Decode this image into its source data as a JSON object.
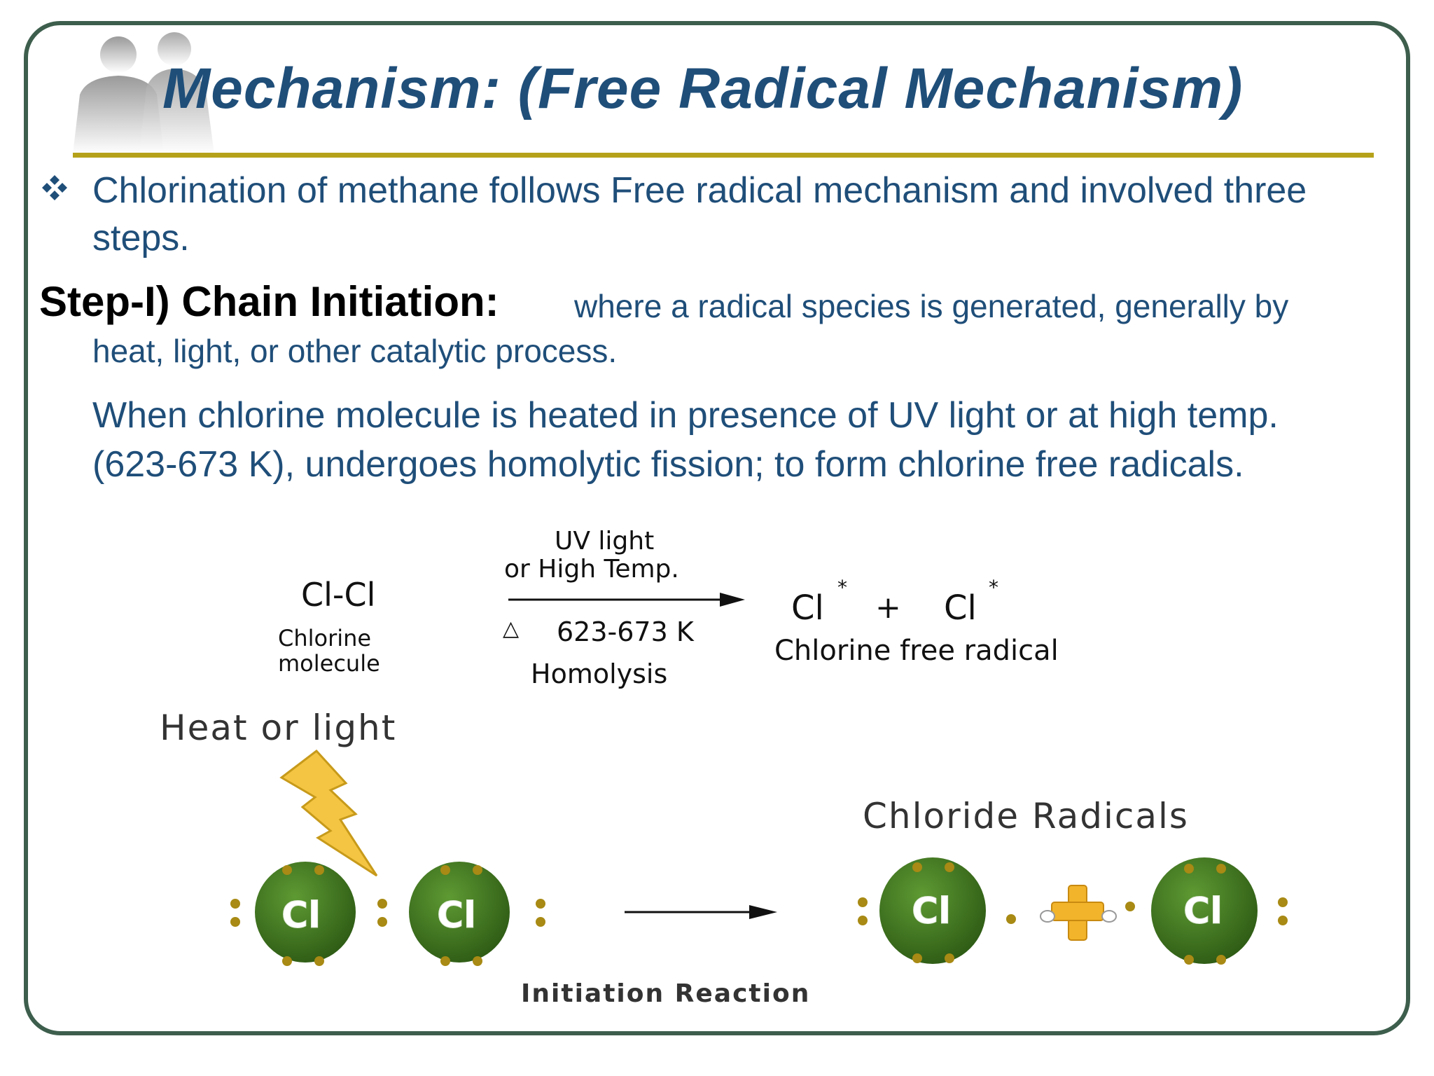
{
  "slide": {
    "title": "Mechanism: (Free Radical Mechanism)",
    "bullet_text": "Chlorination of methane follows Free radical mechanism and involved three steps.",
    "step_heading": "Step-I) Chain Initiation:",
    "step_description_line1": "where a radical species is generated, generally by",
    "step_description_line2": "heat, light, or other catalytic process.",
    "paragraph": "When chlorine molecule is heated in presence of UV light or at high temp. (623-673 K), undergoes homolytic fission; to form chlorine free radicals."
  },
  "equation": {
    "reactant": "Cl-Cl",
    "reactant_label_line1": "Chlorine",
    "reactant_label_line2": "molecule",
    "condition_top_line1": "UV light",
    "condition_top_line2": "or High Temp.",
    "delta_symbol": "△",
    "condition_bottom": "623-673 K",
    "process_label": "Homolysis",
    "product_1": "Cl",
    "product_2": "Cl",
    "radical_mark": "*",
    "plus": "+",
    "product_label": "Chlorine free radical"
  },
  "illustration": {
    "energy_label": "Heat or light",
    "products_label": "Chloride Radicals",
    "atom_symbol": "Cl",
    "caption": "Initiation Reaction"
  },
  "colors": {
    "title": "#1f4e79",
    "body_text": "#1f4e79",
    "frame": "#3d5e4c",
    "title_rule": "#b5a21a",
    "atom_fill": "#3b6e1f",
    "electron_dot": "#a88a14",
    "lightning": "#f4c542"
  }
}
